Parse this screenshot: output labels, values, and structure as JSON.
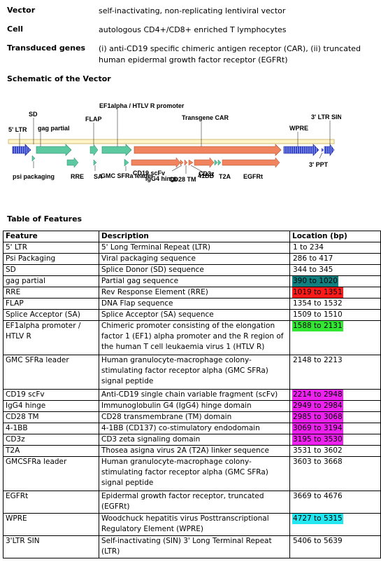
{
  "info": {
    "vector": {
      "label": "Vector",
      "value": "self-inactivating, non-replicating lentiviral vector"
    },
    "cell": {
      "label": "Cell",
      "value": "autologous CD4+/CD8+ enriched T lymphocytes"
    },
    "genes": {
      "label": "Transduced genes",
      "value": "(i) anti-CD19 specific chimeric antigen receptor (CAR), (ii) truncated human epidermal growth factor receptor (EGFRt)"
    }
  },
  "schematic_heading": "Schematic of the Vector",
  "schematic": {
    "labels": {
      "sd": "SD",
      "ltr5": "5' LTR",
      "gag": "gag partial",
      "flap": "FLAP",
      "ef1": "EF1alpha / HTLV R promoter",
      "transgene": "Transgene CAR",
      "wpre": "WPRE",
      "ltr3": "3' LTR SIN",
      "psi": "psi packaging",
      "rre": "RRE",
      "sa": "SA",
      "gmc": "GMC SFRa leader",
      "cd19": "CD19 scFv",
      "igg4": "IgG4 hinge",
      "cd28": "CD28 TM",
      "bb": "41BB",
      "cd3z": "CD3z",
      "t2a": "T2A",
      "egfrt": "EGFRt",
      "ppt": "3' PPT"
    },
    "colors": {
      "green": "#5cc9a0",
      "orange": "#f0845f",
      "blue": "#3a46c8",
      "backbone": "#fff4c8"
    }
  },
  "table_heading": "Table of Features",
  "table": {
    "headers": [
      "Feature",
      "Description",
      "Location (bp)"
    ],
    "rows": [
      {
        "feature": "5' LTR",
        "description": "5' Long Terminal Repeat (LTR)",
        "location": "1 to 234",
        "color": ""
      },
      {
        "feature": "Psi Packaging",
        "description": "Viral packaging sequence",
        "location": "286 to 417",
        "color": ""
      },
      {
        "feature": "SD",
        "description": "Splice Donor (SD) sequence",
        "location": "344 to 345",
        "color": ""
      },
      {
        "feature": "gag partial",
        "description": "Partial gag sequence",
        "location": "390 to 1020",
        "color": "#0f7f7f"
      },
      {
        "feature": "RRE",
        "description": "Rev Response Element (RRE)",
        "location": "1019 to 1351",
        "color": "#ff1a1a"
      },
      {
        "feature": "FLAP",
        "description": "DNA Flap sequence",
        "location": "1354 to 1532",
        "color": ""
      },
      {
        "feature": "Splice Acceptor (SA)",
        "description": "Splice Acceptor (SA) sequence",
        "location": "1509 to 1510",
        "color": ""
      },
      {
        "feature": "EF1alpha promoter / HTLV R",
        "description": "Chimeric promoter consisting of the elongation factor 1 (EF1) alpha promoter and the R region of the human T cell leukaemia virus 1 (HTLV R)",
        "location": "1588 to 2131",
        "color": "#33e633"
      },
      {
        "feature": "GMC SFRa leader",
        "description": "Human granulocyte-macrophage colony-stimulating factor receptor alpha (GMC SFRa) signal peptide",
        "location": "2148 to 2213",
        "color": ""
      },
      {
        "feature": "CD19 scFv",
        "description": "Anti-CD19 single chain variable fragment (scFv)",
        "location": "2214 to 2948",
        "color": "#ee22ee"
      },
      {
        "feature": "IgG4 hinge",
        "description": "Immunoglobulin G4 (IgG4) hinge domain",
        "location": "2949 to 2984",
        "color": "#ee22ee"
      },
      {
        "feature": "CD28 TM",
        "description": "CD28 transmembrane (TM) domain",
        "location": "2985 to 3068",
        "color": "#ee22ee"
      },
      {
        "feature": "4-1BB",
        "description": "4-1BB (CD137) co-stimulatory endodomain",
        "location": "3069 to 3194",
        "color": "#ee22ee"
      },
      {
        "feature": "CD3z",
        "description": "CD3 zeta signaling domain",
        "location": "3195 to 3530",
        "color": "#ee22ee"
      },
      {
        "feature": "T2A",
        "description": "Thosea asigna virus 2A (T2A) linker sequence",
        "location": "3531 to 3602",
        "color": ""
      },
      {
        "feature": "GMCSFRa leader",
        "description": "Human granulocyte-macrophage colony-stimulating factor receptor alpha (GMC SFRa) signal peptide",
        "location": "3603 to 3668",
        "color": ""
      },
      {
        "feature": "EGFRt",
        "description": "Epidermal growth factor receptor, truncated (EGFRt)",
        "location": "3669 to 4676",
        "color": ""
      },
      {
        "feature": "WPRE",
        "description": "Woodchuck hepatitis virus Posttranscriptional Regulatory Element (WPRE)",
        "location": "4727 to 5315",
        "color": "#22e6f0"
      },
      {
        "feature": "3'LTR SIN",
        "description": "Self-inactivating (SIN) 3' Long Terminal Repeat (LTR)",
        "location": "5406 to 5639",
        "color": ""
      }
    ]
  }
}
